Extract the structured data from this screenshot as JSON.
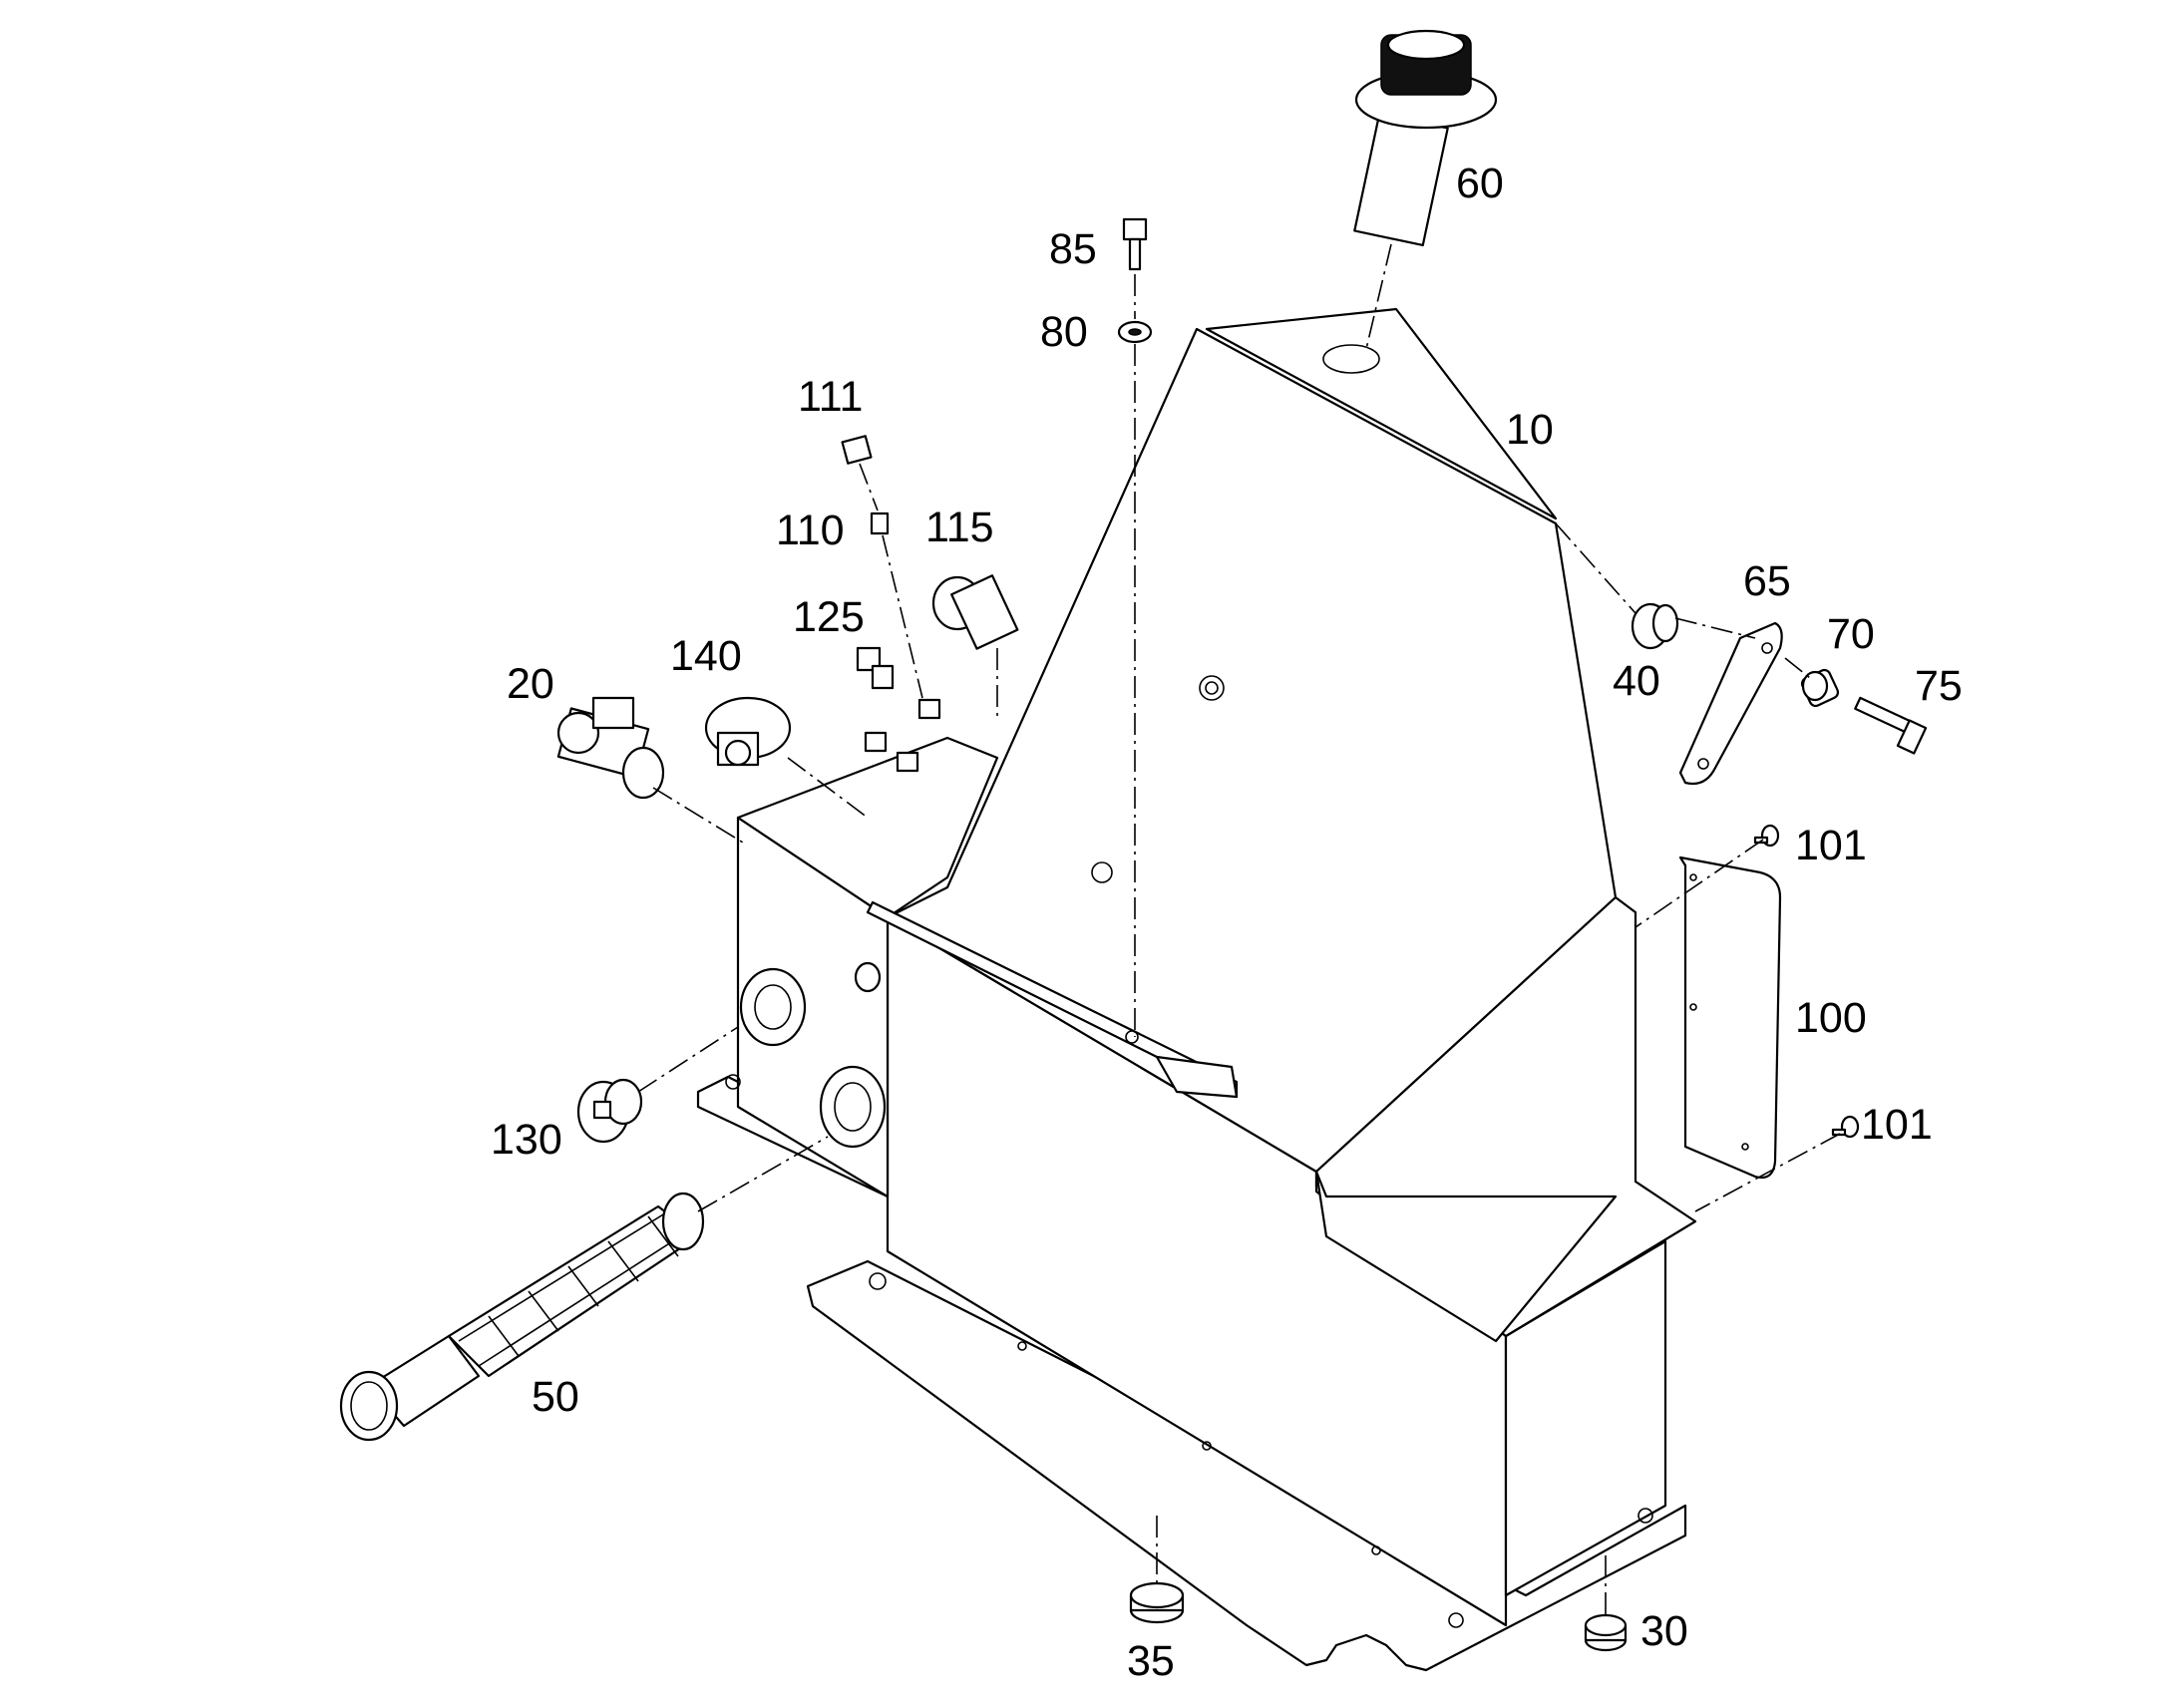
{
  "callouts": [
    {
      "id": "c10",
      "text": "10"
    },
    {
      "id": "c20",
      "text": "20"
    },
    {
      "id": "c30",
      "text": "30"
    },
    {
      "id": "c35",
      "text": "35"
    },
    {
      "id": "c40",
      "text": "40"
    },
    {
      "id": "c50",
      "text": "50"
    },
    {
      "id": "c60",
      "text": "60"
    },
    {
      "id": "c65",
      "text": "65"
    },
    {
      "id": "c70",
      "text": "70"
    },
    {
      "id": "c75",
      "text": "75"
    },
    {
      "id": "c80",
      "text": "80"
    },
    {
      "id": "c85",
      "text": "85"
    },
    {
      "id": "c100",
      "text": "100"
    },
    {
      "id": "c101a",
      "text": "101"
    },
    {
      "id": "c101b",
      "text": "101"
    },
    {
      "id": "c110",
      "text": "110"
    },
    {
      "id": "c111",
      "text": "111"
    },
    {
      "id": "c115",
      "text": "115"
    },
    {
      "id": "c125",
      "text": "125"
    },
    {
      "id": "c130",
      "text": "130"
    },
    {
      "id": "c140",
      "text": "140"
    }
  ]
}
